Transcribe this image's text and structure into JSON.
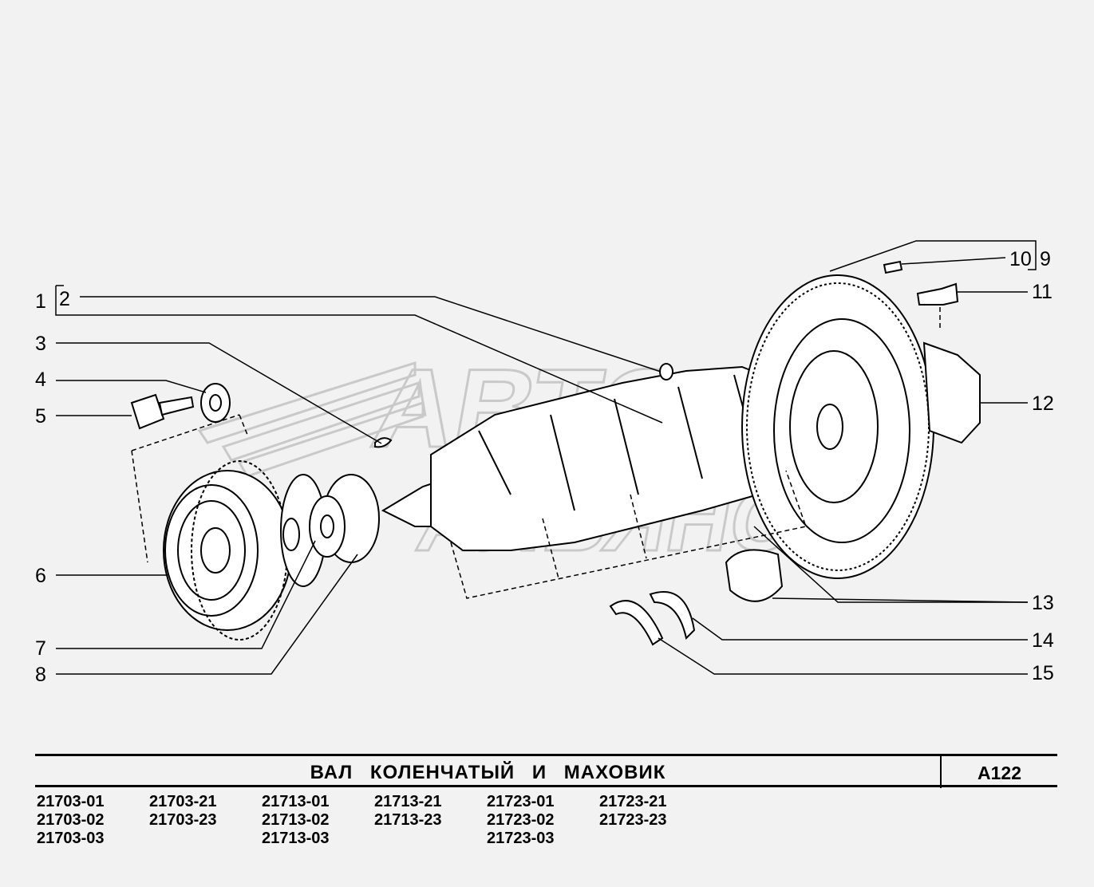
{
  "diagram": {
    "title": "ВАЛ   КОЛЕНЧАТЫЙ   И   МАХОВИК",
    "page_code": "А122",
    "watermark": "АВТО АЛЬЯНС",
    "callouts": [
      "1",
      "2",
      "3",
      "4",
      "5",
      "6",
      "7",
      "8",
      "9",
      "10",
      "11",
      "12",
      "13",
      "14",
      "15"
    ],
    "models": [
      [
        "21703-01",
        "21703-02",
        "21703-03"
      ],
      [
        "21703-21",
        "21703-23"
      ],
      [
        "21713-01",
        "21713-02",
        "21713-03"
      ],
      [
        "21713-21",
        "21713-23"
      ],
      [
        "21723-01",
        "21723-02",
        "21723-03"
      ],
      [
        "21723-21",
        "21723-23"
      ]
    ]
  }
}
